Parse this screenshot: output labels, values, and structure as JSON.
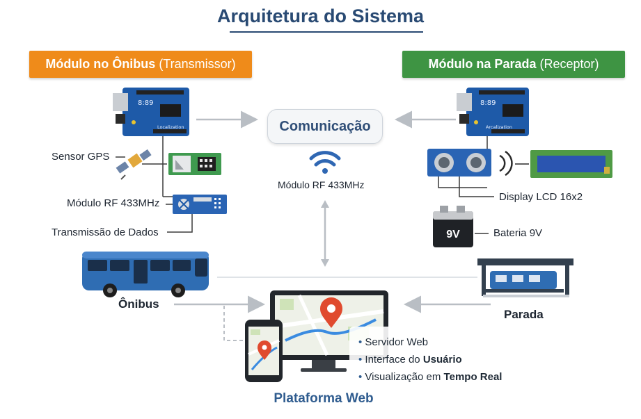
{
  "title": "Arquitetura do Sistema",
  "bus_module": {
    "header_bold": "Módulo no Ônibus",
    "header_sub": "(Transmissor)",
    "board_label": "Localization"
  },
  "stop_module": {
    "header_bold": "Módulo na Parada",
    "header_sub": "(Receptor)",
    "board_label": "Arcalization"
  },
  "communication": {
    "label": "Comunicação",
    "rf_label": "Módulo RF 433MHz"
  },
  "bus_labels": {
    "gps": "Sensor GPS",
    "rf": "Módulo RF 433MHz",
    "tx": "Transmissão de Dados",
    "bus": "Ônibus"
  },
  "stop_labels": {
    "lcd": "Display LCD 16x2",
    "battery": "Bateria 9V",
    "battery_text": "9V",
    "stop": "Parada"
  },
  "web": {
    "title": "Plataforma Web",
    "bullets": [
      {
        "text": "Servidor Web",
        "bold": ""
      },
      {
        "text": "Interface do ",
        "bold": "Usuário"
      },
      {
        "text": "Visualização em ",
        "bold": "Tempo Real"
      }
    ]
  },
  "colors": {
    "orange": "#ef8b1a",
    "green": "#3e9443",
    "navy": "#294a73",
    "board_blue": "#1e5aa8",
    "bus_blue": "#2f6db3",
    "pin_red": "#e04a2e"
  }
}
